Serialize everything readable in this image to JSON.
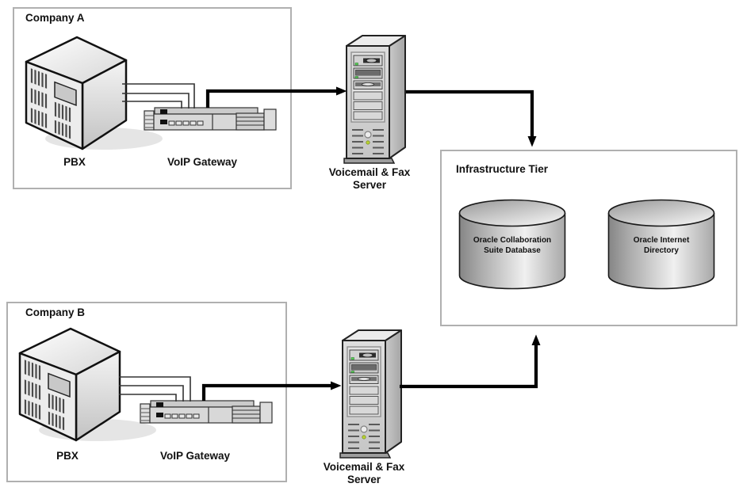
{
  "company_a": {
    "title": "Company A",
    "pbx_label": "PBX",
    "gateway_label": "VoIP Gateway"
  },
  "company_b": {
    "title": "Company B",
    "pbx_label": "PBX",
    "gateway_label": "VoIP Gateway"
  },
  "servers": [
    {
      "line1": "Voicemail & Fax",
      "line2": "Server"
    },
    {
      "line1": "Voicemail & Fax",
      "line2": "Server"
    }
  ],
  "infrastructure": {
    "title": "Infrastructure Tier",
    "databases": [
      {
        "line1": "Oracle Collaboration",
        "line2": "Suite Database"
      },
      {
        "line1": "Oracle Internet",
        "line2": "Directory"
      }
    ]
  },
  "connections": [
    {
      "from": "PBX (Company A)",
      "to": "VoIP Gateway (Company A)"
    },
    {
      "from": "VoIP Gateway (Company A)",
      "to": "Voicemail & Fax Server (top)"
    },
    {
      "from": "Voicemail & Fax Server (top)",
      "to": "Infrastructure Tier"
    },
    {
      "from": "PBX (Company B)",
      "to": "VoIP Gateway (Company B)"
    },
    {
      "from": "VoIP Gateway (Company B)",
      "to": "Voicemail & Fax Server (bottom)"
    },
    {
      "from": "Voicemail & Fax Server (bottom)",
      "to": "Infrastructure Tier"
    }
  ],
  "colors": {
    "background": "#ffffff",
    "box_border": "#b0b0b0",
    "arrow": "#000000",
    "device_fill": "#d8d8d8",
    "cylinder_dark": "#878787",
    "cylinder_light": "#f0f0f0",
    "led_green": "#5bd75b"
  }
}
